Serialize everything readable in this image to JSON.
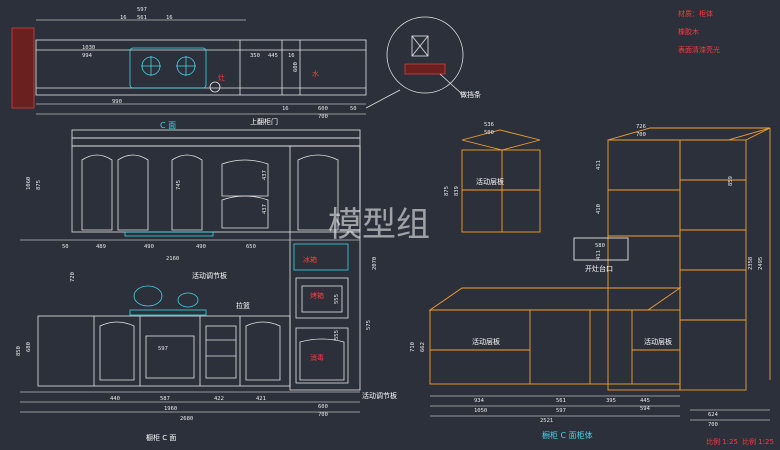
{
  "legend": {
    "material_label": "材质：柜体",
    "material_wood": "橡胶木",
    "material_finish": "表面清漆亮光"
  },
  "labels": {
    "front_view_marker": "面",
    "upper_door": "上翻柜门",
    "movable_shelf_1": "活动层板",
    "adjust_panel_top": "活动调节板",
    "adjust_panel_bottom": "活动调节板",
    "trim_strip": "做挡条",
    "stove_cutout": "开灶台口",
    "movable_shelf_2": "活动层板",
    "movable_shelf_3": "活动层板",
    "front_caption": "橱柜",
    "front_caption_suffix": "面",
    "body_caption": "橱柜",
    "body_caption_suffix": "面柜体",
    "scale_left": "比例",
    "scale_right": "比例",
    "watermark": "模型组"
  },
  "red_notes": {
    "plan_note1": "灶",
    "plan_note2": "水",
    "mid_note": "冰箱",
    "oven_note": "烤箱",
    "lower_note": "消毒",
    "right_note": "拉篮"
  },
  "dims": {
    "plan_top1": "597",
    "plan_top2": "16",
    "plan_top3": "561",
    "plan_top4": "16",
    "plan_w1": "1030",
    "plan_w2": "994",
    "plan_r1": "350",
    "plan_r2": "445",
    "plan_r3": "16",
    "plan_h": "600",
    "plan_b1": "600",
    "plan_b2": "700",
    "plan_b3": "990",
    "plan_b4": "16",
    "plan_b5": "50",
    "fv_h1": "1060",
    "fv_h2": "875",
    "fv_h3": "745",
    "fv_h4": "437",
    "fv_h5": "437",
    "fv_w1": "489",
    "fv_w2": "490",
    "fv_w3": "490",
    "fv_w4": "650",
    "fv_w5": "2160",
    "fv_w6": "50",
    "fv_h6": "720",
    "fv_h7": "680",
    "fv_h8": "850",
    "fv_lb1": "440",
    "fv_lb2": "587",
    "fv_lb3": "422",
    "fv_lb4": "421",
    "fv_lb5": "1960",
    "fv_lb6": "2680",
    "fv_lb7": "600",
    "fv_lb8": "700",
    "fv_r1": "2070",
    "fv_r2": "555",
    "fv_r3": "555",
    "fv_r4": "575",
    "fv_r5": "597",
    "bd_t1": "536",
    "bd_t2": "500",
    "bd_t3": "726",
    "bd_t4": "700",
    "bd_t5": "580",
    "bd_l1": "875",
    "bd_l2": "839",
    "bd_r1": "411",
    "bd_r2": "410",
    "bd_r3": "411",
    "bd_r4": "859",
    "bd_r5": "2358",
    "bd_r6": "2495",
    "bd_m1": "710",
    "bd_m2": "662",
    "bd_b1": "934",
    "bd_b2": "1050",
    "bd_b3": "561",
    "bd_b4": "597",
    "bd_b5": "395",
    "bd_b6": "445",
    "bd_b7": "594",
    "bd_b8": "2521",
    "bd_b9": "624",
    "bd_b10": "700"
  }
}
